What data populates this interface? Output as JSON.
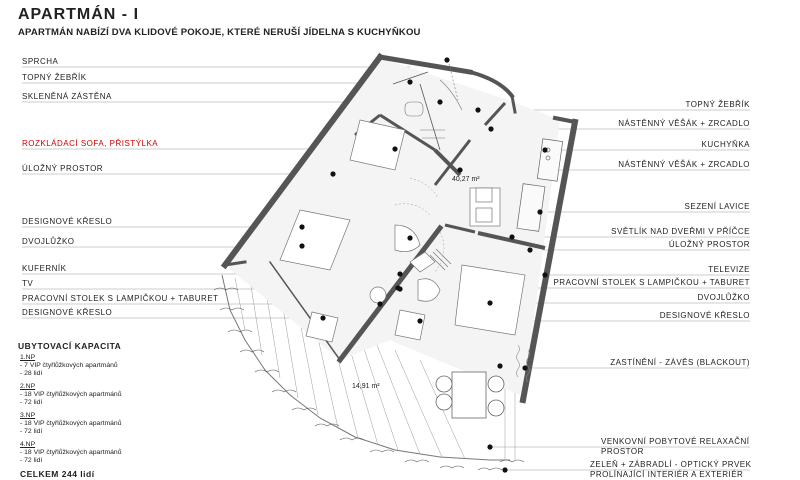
{
  "header": {
    "title": "APARTMÁN - I",
    "subtitle": "APARTMÁN NABÍZÍ DVA KLIDOVÉ POKOJE, KTERÉ NERUŠÍ JÍDELNA S KUCHYŇKOU"
  },
  "labels_left": [
    {
      "text": "SPRCHA"
    },
    {
      "text": "TOPNÝ ŽEBŘÍK"
    },
    {
      "text": "SKLENĚNÁ ZÁSTĚNA"
    },
    {
      "text": "ROZKLÁDACÍ SOFA, PŘISTÝLKA",
      "highlight": "#d40000"
    },
    {
      "text": "ÚLOŽNÝ PROSTOR"
    },
    {
      "text": "DESIGNOVÉ KŘESLO"
    },
    {
      "text": "DVOJLŮŽKO"
    },
    {
      "text": "KUFERNÍK"
    },
    {
      "text": "TV"
    },
    {
      "text": "PRACOVNÍ STOLEK S LAMPIČKOU + TABURET"
    },
    {
      "text": "DESIGNOVÉ KŘESLO"
    }
  ],
  "labels_right": [
    {
      "text": "TOPNÝ ŽEBŘÍK"
    },
    {
      "text": "NÁSTĚNNÝ VĚŠÁK + ZRCADLO"
    },
    {
      "text": "KUCHYŇKA"
    },
    {
      "text": "NÁSTĚNNÝ VĚŠÁK + ZRCADLO"
    },
    {
      "text": "SEZENÍ LAVICE"
    },
    {
      "text": "SVĚTLÍK NAD DVEŘMI V PŘÍČCE"
    },
    {
      "text": "ÚLOŽNÝ PROSTOR"
    },
    {
      "text": "TELEVIZE"
    },
    {
      "text": "PRACOVNÍ STOLEK S LAMPIČKOU + TABURET"
    },
    {
      "text": "DVOJLŮŽKO"
    },
    {
      "text": "DESIGNOVÉ KŘESLO"
    },
    {
      "text": "ZASTÍNĚNÍ - ZÁVĚS (BLACKOUT)"
    },
    {
      "text": "VENKOVNÍ POBYTOVÉ RELAXAČNÍ",
      "line2": "PROSTOR"
    },
    {
      "text": "ZELEŇ + ZÁBRADLÍ - OPTICKÝ PRVEK",
      "line2": "PROLÍNAJÍCÍ INTERIÉR A EXTERIÉR"
    }
  ],
  "areas": {
    "upper": "40,27 m²",
    "terrace": "14,91 m²"
  },
  "capacity": {
    "title": "UBYTOVACÍ KAPACITA",
    "floors": [
      {
        "floor": "1.NP",
        "apartments": "- 7 VIP čtyřlůžkových apartmánů",
        "people": "- 28 lidí"
      },
      {
        "floor": "2.NP",
        "apartments": "- 18 VIP čtyřlůžkových apartmánů",
        "people": "- 72 lidí"
      },
      {
        "floor": "3.NP",
        "apartments": "- 18 VIP čtyřlůžkových apartmánů",
        "people": "- 72 lidí"
      },
      {
        "floor": "4.NP",
        "apartments": "- 18 VIP čtyřlůžkových apartmánů",
        "people": "- 72 lidí"
      }
    ],
    "total": "CELKEM  244 lidí"
  }
}
